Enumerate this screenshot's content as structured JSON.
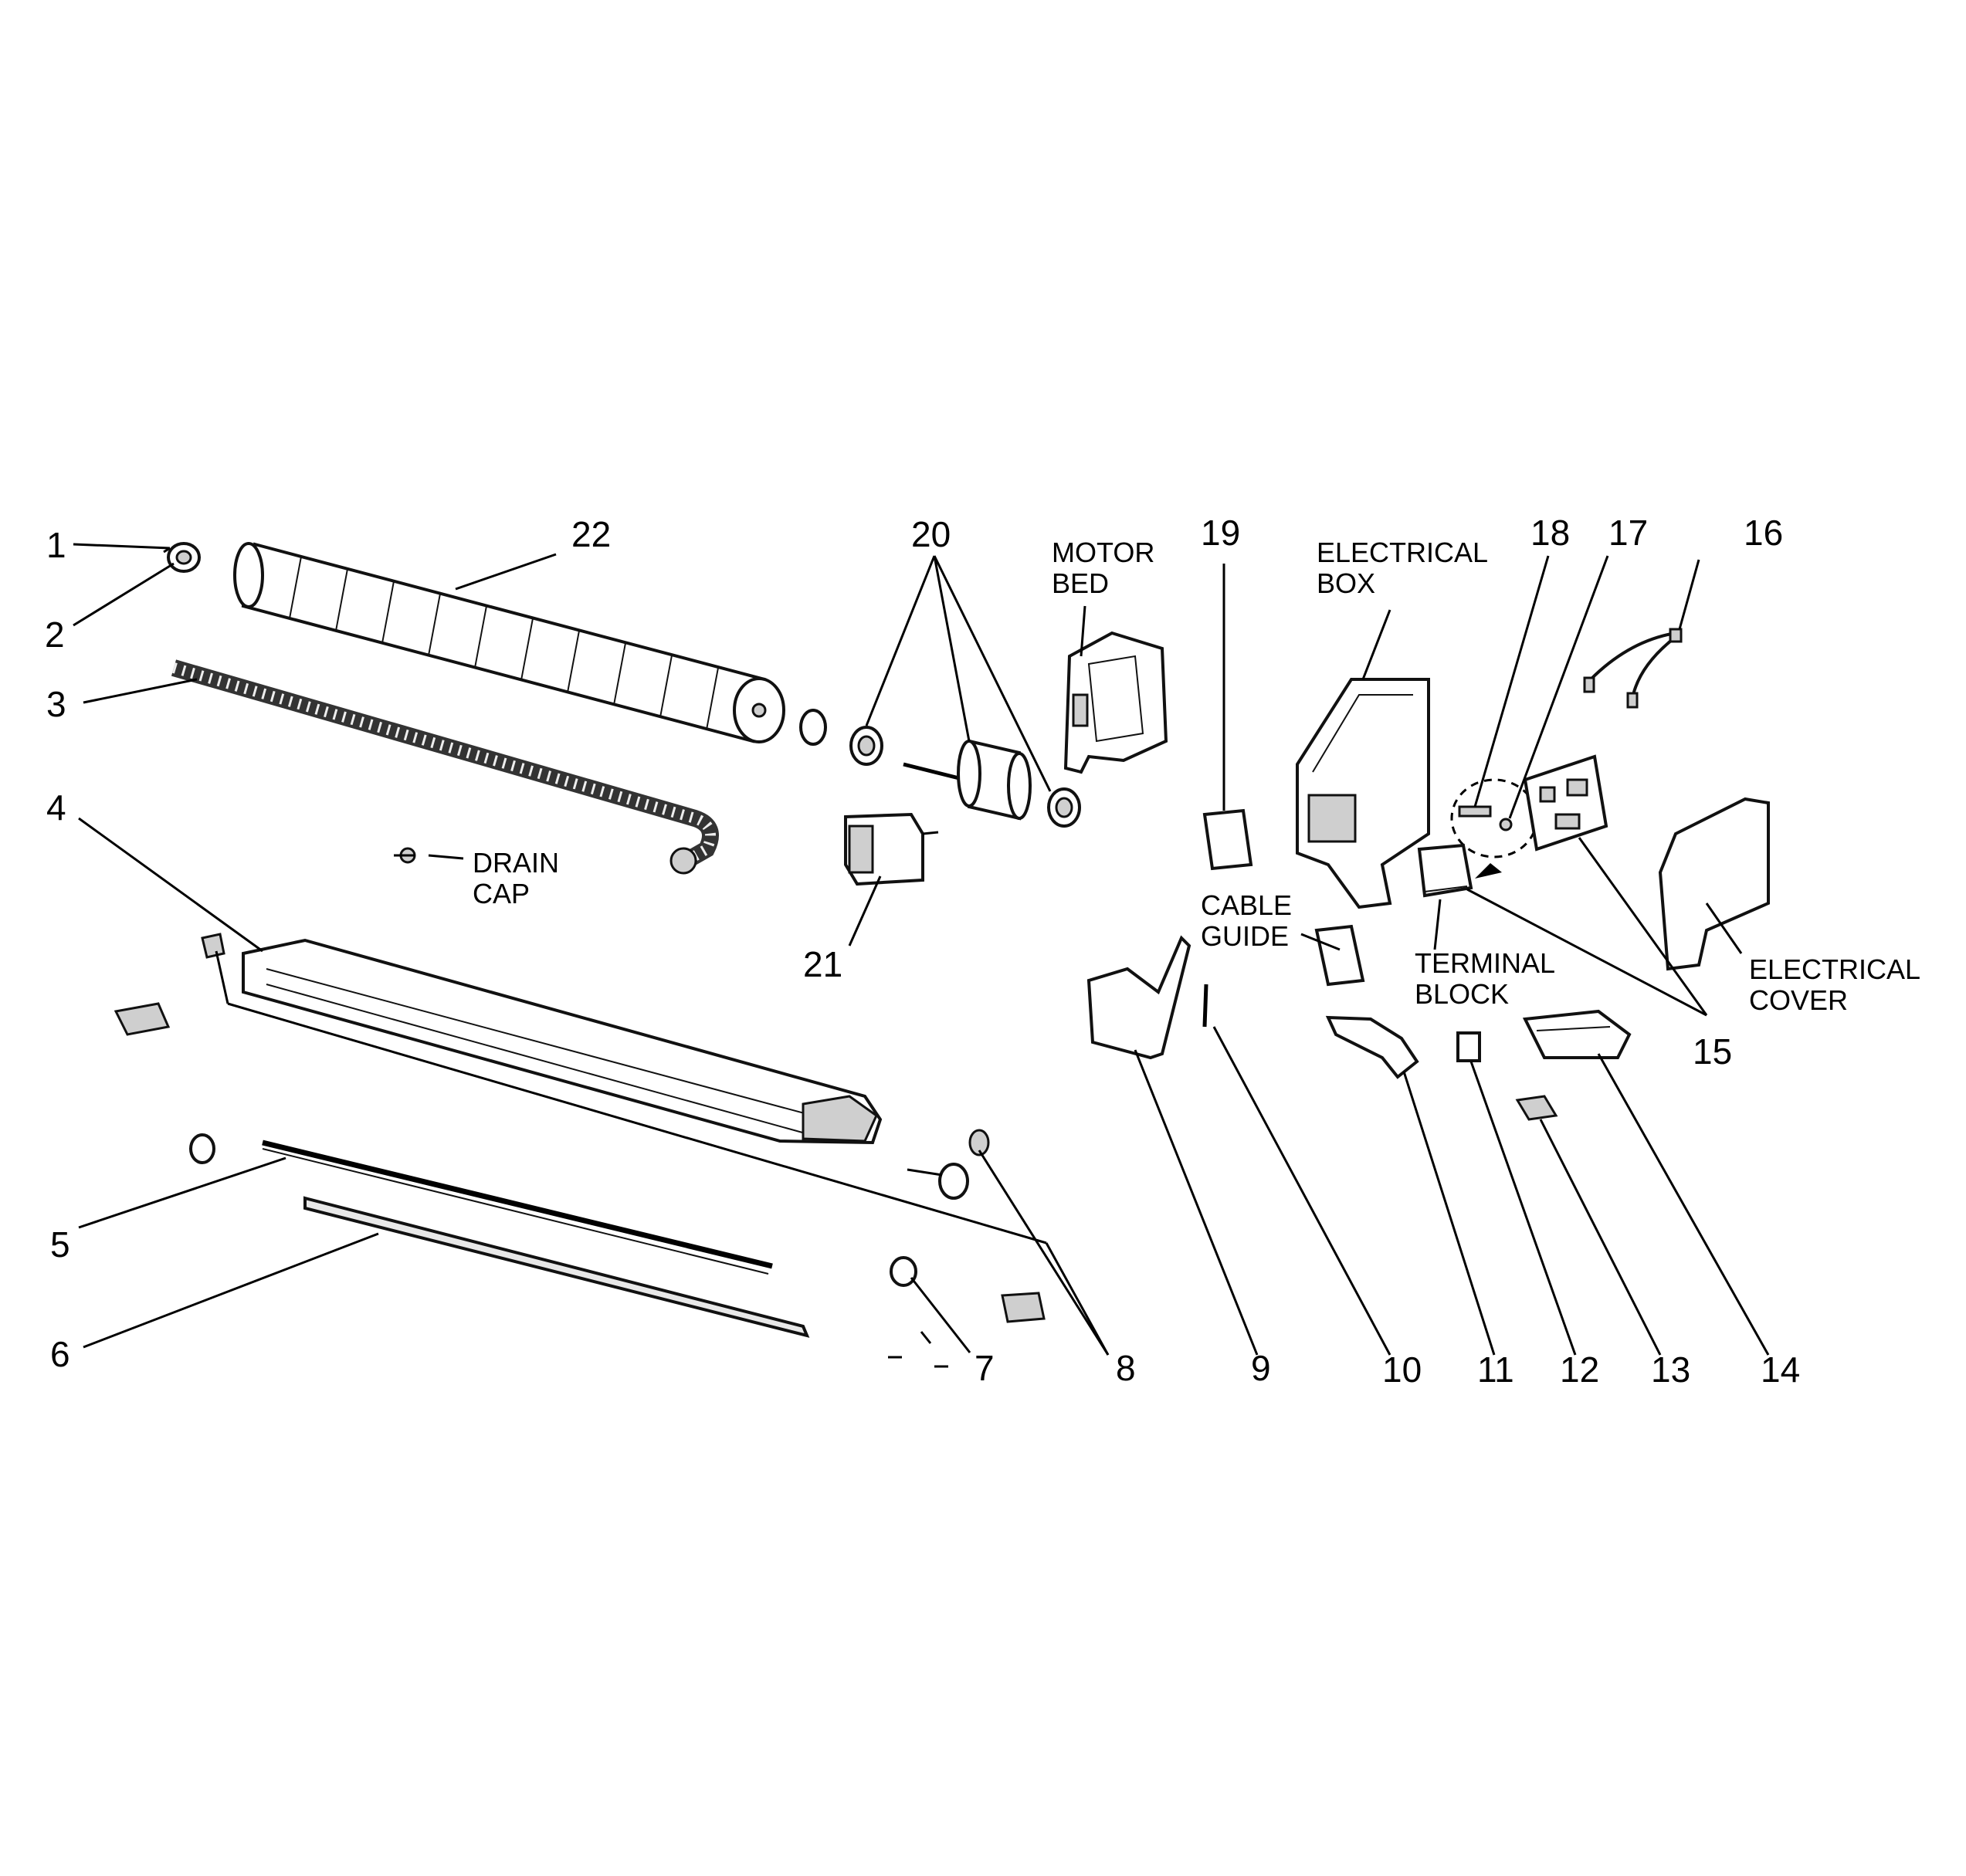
{
  "callouts": {
    "n1": "1",
    "n2": "2",
    "n3": "3",
    "n4": "4",
    "n5": "5",
    "n6": "6",
    "n7": "7",
    "n8": "8",
    "n9": "9",
    "n10": "10",
    "n11": "11",
    "n12": "12",
    "n13": "13",
    "n14": "14",
    "n15": "15",
    "n16": "16",
    "n17": "17",
    "n18": "18",
    "n19": "19",
    "n20": "20",
    "n21": "21",
    "n22": "22"
  },
  "labels": {
    "motor_bed": [
      "MOTOR",
      "BED"
    ],
    "electrical_box": [
      "ELECTRICAL",
      "BOX"
    ],
    "drain_cap": [
      "DRAIN",
      "CAP"
    ],
    "cable_guide": [
      "CABLE",
      "GUIDE"
    ],
    "terminal_block": [
      "TERMINAL",
      "BLOCK"
    ],
    "electrical_cover": [
      "ELECTRICAL",
      "COVER"
    ]
  }
}
